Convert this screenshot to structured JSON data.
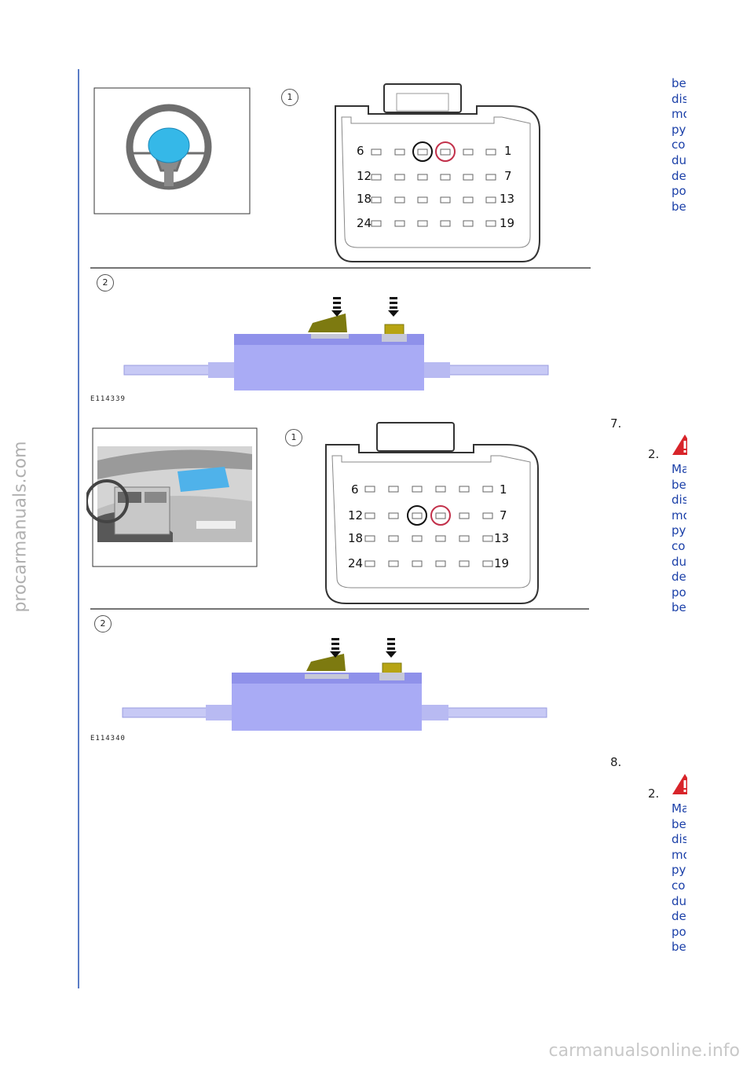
{
  "watermark_side": "procarmanuals.com",
  "watermark_bottom": "carmanualsonline.info",
  "figure1": {
    "code": "E114339",
    "callout1": "1",
    "callout2": "2",
    "pins": {
      "r1l": "6",
      "r1r": "1",
      "r2l": "12",
      "r2r": "7",
      "r3l": "18",
      "r3r": "13",
      "r4l": "24",
      "r4r": "19"
    }
  },
  "figure2": {
    "code": "E114340",
    "callout1": "1",
    "callout2": "2",
    "pins": {
      "r1l": "6",
      "r1r": "1",
      "r2l": "12",
      "r2r": "7",
      "r3l": "18",
      "r3r": "13",
      "r4l": "24",
      "r4r": "19"
    }
  },
  "side_text_top": [
    "be",
    "dis",
    "mo",
    "py",
    "co",
    "du",
    "de",
    "po",
    "be"
  ],
  "step7": {
    "num": "7.",
    "sub": "2.",
    "lines": [
      "Ma",
      "be",
      "dis",
      "mo",
      "py",
      "co",
      "du",
      "de",
      "po",
      "be"
    ]
  },
  "step8": {
    "num": "8.",
    "sub": "2.",
    "lines": [
      "Ma",
      "be",
      "dis",
      "mo",
      "py",
      "co",
      "du",
      "de",
      "po",
      "be"
    ]
  },
  "colors": {
    "accent_blue": "#1a3fa8",
    "warning_red": "#d8242a",
    "connector_body": "#a9abf5"
  }
}
